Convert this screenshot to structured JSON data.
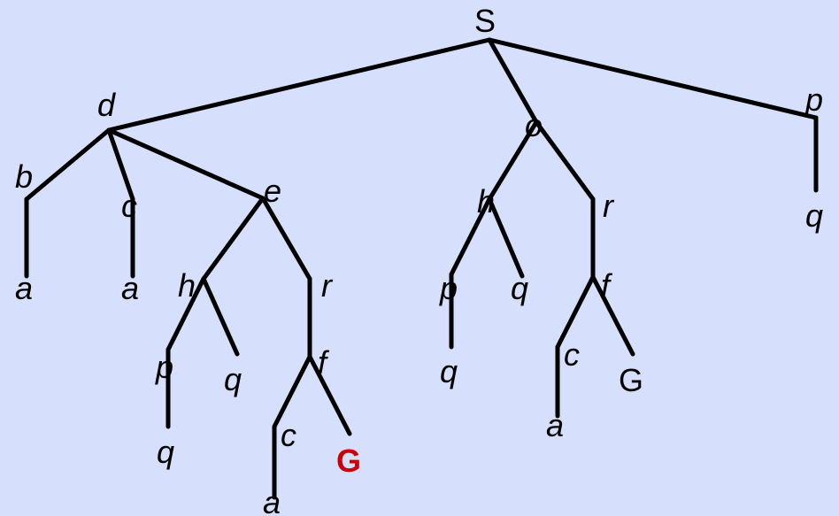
{
  "colors": {
    "background": "#d6e0fc",
    "edge": "#000000",
    "label": "#000000",
    "goal_highlight": "#cc0000"
  },
  "tree": {
    "nodes": [
      {
        "id": "S",
        "label": "S",
        "italic": false,
        "highlight": false
      },
      {
        "id": "d",
        "label": "d",
        "italic": true,
        "highlight": false
      },
      {
        "id": "o",
        "label": "o",
        "italic": true,
        "highlight": false
      },
      {
        "id": "p_top",
        "label": "p",
        "italic": true,
        "highlight": false
      },
      {
        "id": "q_top",
        "label": "q",
        "italic": true,
        "highlight": false
      },
      {
        "id": "b",
        "label": "b",
        "italic": true,
        "highlight": false
      },
      {
        "id": "a_b",
        "label": "a",
        "italic": true,
        "highlight": false
      },
      {
        "id": "c_d",
        "label": "c",
        "italic": true,
        "highlight": false
      },
      {
        "id": "a_c",
        "label": "a",
        "italic": true,
        "highlight": false
      },
      {
        "id": "e",
        "label": "e",
        "italic": true,
        "highlight": false
      },
      {
        "id": "h_e",
        "label": "h",
        "italic": true,
        "highlight": false
      },
      {
        "id": "p_he",
        "label": "p",
        "italic": true,
        "highlight": false
      },
      {
        "id": "q_phe",
        "label": "q",
        "italic": true,
        "highlight": false
      },
      {
        "id": "q_he",
        "label": "q",
        "italic": true,
        "highlight": false
      },
      {
        "id": "r_e",
        "label": "r",
        "italic": true,
        "highlight": false
      },
      {
        "id": "f_e",
        "label": "f",
        "italic": true,
        "highlight": false
      },
      {
        "id": "c_fe",
        "label": "c",
        "italic": true,
        "highlight": false
      },
      {
        "id": "a_cfe",
        "label": "a",
        "italic": true,
        "highlight": false
      },
      {
        "id": "G_e",
        "label": "G",
        "italic": false,
        "highlight": true
      },
      {
        "id": "h_o",
        "label": "h",
        "italic": true,
        "highlight": false
      },
      {
        "id": "p_ho",
        "label": "p",
        "italic": true,
        "highlight": false
      },
      {
        "id": "q_pho",
        "label": "q",
        "italic": true,
        "highlight": false
      },
      {
        "id": "q_ho",
        "label": "q",
        "italic": true,
        "highlight": false
      },
      {
        "id": "r_o",
        "label": "r",
        "italic": true,
        "highlight": false
      },
      {
        "id": "f_o",
        "label": "f",
        "italic": true,
        "highlight": false
      },
      {
        "id": "c_fo",
        "label": "c",
        "italic": true,
        "highlight": false
      },
      {
        "id": "a_cfo",
        "label": "a",
        "italic": true,
        "highlight": false
      },
      {
        "id": "G_o",
        "label": "G",
        "italic": false,
        "highlight": false
      }
    ],
    "edges": [
      [
        "S",
        "d"
      ],
      [
        "S",
        "o"
      ],
      [
        "S",
        "p_top"
      ],
      [
        "p_top",
        "q_top"
      ],
      [
        "d",
        "b"
      ],
      [
        "d",
        "c_d"
      ],
      [
        "d",
        "e"
      ],
      [
        "b",
        "a_b"
      ],
      [
        "c_d",
        "a_c"
      ],
      [
        "e",
        "h_e"
      ],
      [
        "e",
        "r_e"
      ],
      [
        "h_e",
        "p_he"
      ],
      [
        "h_e",
        "q_he"
      ],
      [
        "p_he",
        "q_phe"
      ],
      [
        "r_e",
        "f_e"
      ],
      [
        "f_e",
        "c_fe"
      ],
      [
        "f_e",
        "G_e"
      ],
      [
        "c_fe",
        "a_cfe"
      ],
      [
        "o",
        "h_o"
      ],
      [
        "o",
        "r_o"
      ],
      [
        "h_o",
        "p_ho"
      ],
      [
        "h_o",
        "q_ho"
      ],
      [
        "p_ho",
        "q_pho"
      ],
      [
        "r_o",
        "f_o"
      ],
      [
        "f_o",
        "c_fo"
      ],
      [
        "f_o",
        "G_o"
      ],
      [
        "c_fo",
        "a_cfo"
      ]
    ]
  }
}
